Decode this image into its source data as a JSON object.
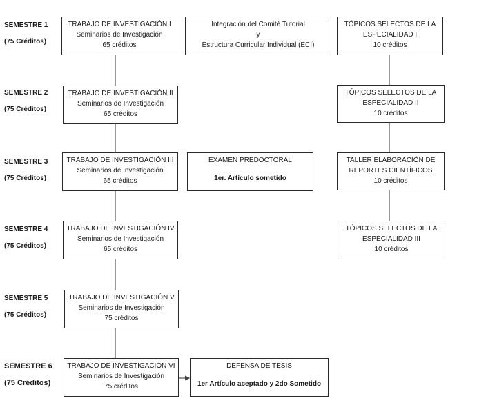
{
  "semesters": [
    {
      "label": "SEMESTRE 1",
      "credits": "(75 Créditos)"
    },
    {
      "label": "SEMESTRE 2",
      "credits": "(75 Créditos)"
    },
    {
      "label": "SEMESTRE 3",
      "credits": "(75 Créditos)"
    },
    {
      "label": "SEMESTRE 4",
      "credits": "(75 Créditos)"
    },
    {
      "label": "SEMESTRE 5",
      "credits": "(75 Créditos)"
    },
    {
      "label": "SEMESTRE 6",
      "credits": "(75 Créditos)"
    }
  ],
  "research": [
    {
      "title": "TRABAJO DE INVESTIGACIÓN I",
      "subtitle": "Seminarios de Investigación",
      "credits": "65 créditos"
    },
    {
      "title": "TRABAJO DE INVESTIGACIÓN II",
      "subtitle": "Seminarios de Investigación",
      "credits": "65 créditos"
    },
    {
      "title": "TRABAJO DE INVESTIGACIÓN III",
      "subtitle": "Seminarios de Investigación",
      "credits": "65 créditos"
    },
    {
      "title": "TRABAJO DE INVESTIGACIÓN IV",
      "subtitle": "Seminarios de Investigación",
      "credits": "65 créditos"
    },
    {
      "title": "TRABAJO DE INVESTIGACIÓN V",
      "subtitle": "Seminarios de Investigación",
      "credits": "75 créditos"
    },
    {
      "title": "TRABAJO DE INVESTIGACIÓN VI",
      "subtitle": "Seminarios de Investigación",
      "credits": "75 créditos"
    }
  ],
  "middle": {
    "integration": {
      "line1": "Integración del Comité Tutorial",
      "line2": "y",
      "line3": "Estructura Curricular Individual (ECI)"
    },
    "exam": {
      "title": "EXAMEN PREDOCTORAL",
      "note": "1er. Artículo sometido"
    },
    "defense": {
      "title": "DEFENSA DE TESIS",
      "note": "1er Artículo aceptado y 2do Sometido"
    }
  },
  "right": [
    {
      "line1": "TÓPICOS SELECTOS DE LA",
      "line2": "ESPECIALIDAD I",
      "credits": "10 créditos"
    },
    {
      "line1": "TÓPICOS SELECTOS DE LA",
      "line2": "ESPECIALIDAD II",
      "credits": "10 créditos"
    },
    {
      "line1": "TALLER ELABORACIÓN DE",
      "line2": "REPORTES CIENTÍFICOS",
      "credits": "10 créditos"
    },
    {
      "line1": "TÓPICOS SELECTOS DE LA",
      "line2": "ESPECIALIDAD III",
      "credits": "10 créditos"
    }
  ]
}
